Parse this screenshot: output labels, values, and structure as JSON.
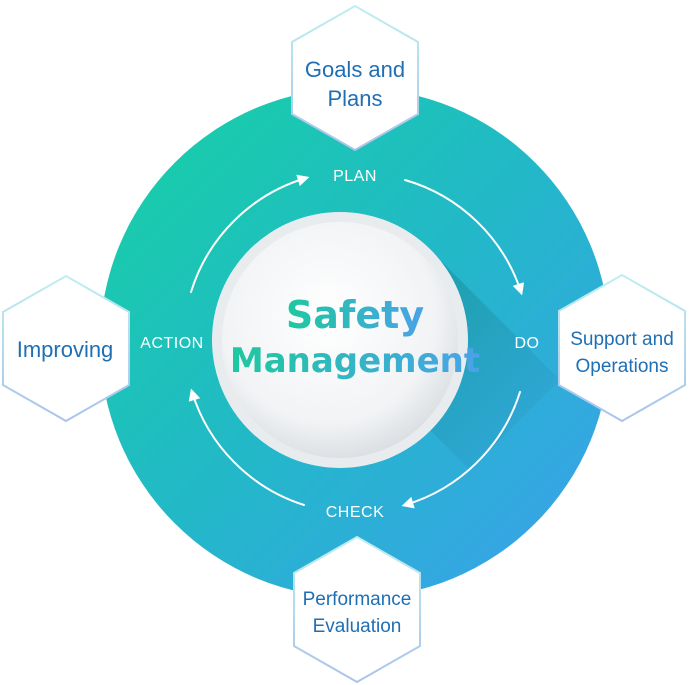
{
  "center": {
    "line1": "Safety",
    "line2": "Management"
  },
  "cycle": {
    "plan": "PLAN",
    "do": "DO",
    "check": "CHECK",
    "action": "ACTION"
  },
  "nodes": {
    "top": {
      "line1": "Goals and",
      "line2": "Plans"
    },
    "right": {
      "line1": "Support and",
      "line2": "Operations"
    },
    "bottom": {
      "line1": "Performance",
      "line2": "Evaluation"
    },
    "left": {
      "line1": "Improving"
    }
  },
  "colors": {
    "ring_start": "#1ecfa6",
    "ring_end": "#3aa4ea",
    "text_blue": "#1f6fb5",
    "title_start": "#1ec8a0",
    "title_end": "#4aa2e8"
  }
}
